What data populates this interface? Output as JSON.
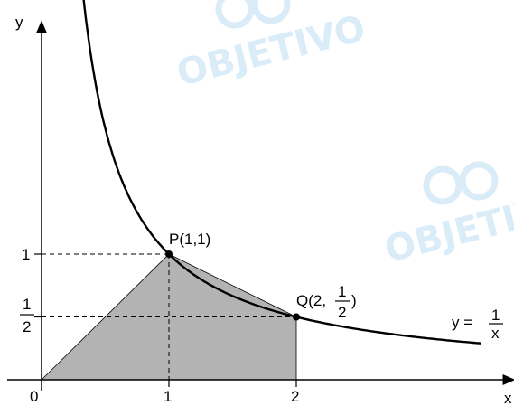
{
  "chart_data": {
    "type": "line",
    "xlabel": "x",
    "ylabel": "y",
    "xlim": [
      0,
      3.72
    ],
    "ylim": [
      0,
      2.86
    ],
    "origin_label": "0",
    "x_ticks": [
      {
        "value": 1,
        "label": "1"
      },
      {
        "value": 2,
        "label": "2"
      }
    ],
    "y_ticks": [
      {
        "value": 1,
        "label": "1"
      },
      {
        "value": 0.5,
        "numerator": "1",
        "denominator": "2"
      }
    ],
    "curve": {
      "function": "1/x",
      "x_range": [
        0.12,
        3.45
      ],
      "label_prefix": "y =",
      "label_numerator": "1",
      "label_denominator": "x"
    },
    "points": [
      {
        "name": "P",
        "x": 1,
        "y": 1,
        "label": "P(1,1)"
      },
      {
        "name": "Q",
        "x": 2,
        "y": 0.5,
        "label_prefix": "Q(2,",
        "label_numerator": "1",
        "label_denominator": "2",
        "label_suffix": ")"
      }
    ],
    "shaded_region": {
      "vertices": [
        [
          0,
          0
        ],
        [
          1,
          1
        ],
        [
          2,
          0.5
        ],
        [
          2,
          0
        ]
      ],
      "color": "#b3b3b3"
    },
    "watermark": "OBJETIVO",
    "colors": {
      "curve": "#000000",
      "shade": "#b3b3b3",
      "watermark": "#d9ecf7"
    }
  }
}
